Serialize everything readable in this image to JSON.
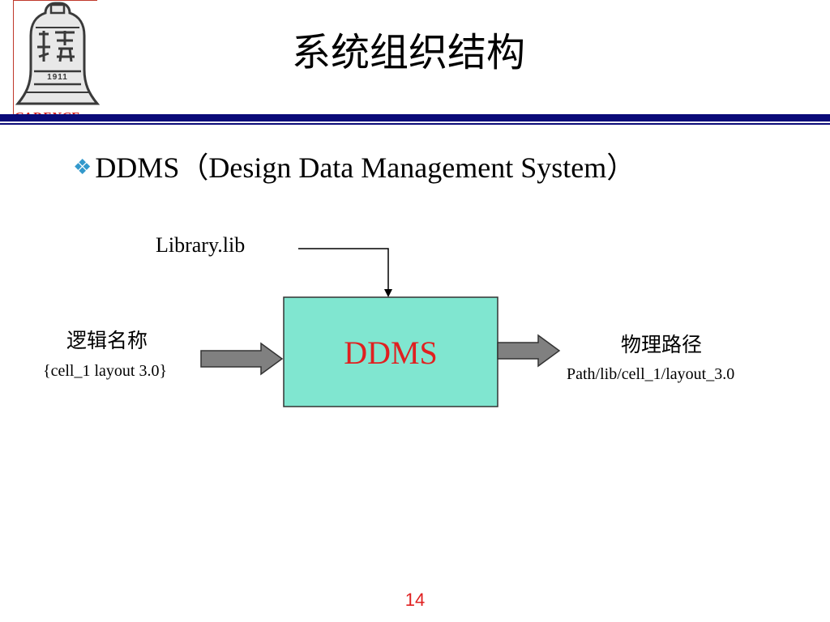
{
  "header": {
    "title": "系统组织结构",
    "logo": {
      "year": "1911",
      "text": "CADENCE",
      "icon": "tsinghua-bell-logo"
    },
    "rule_color": "#0a0a78"
  },
  "bullet": {
    "icon": "diamond-bullet-icon",
    "icon_glyph": "❖",
    "text": "DDMS（Design Data Management System）"
  },
  "diagram": {
    "input_top": "Library.lib",
    "input_left": {
      "title": "逻辑名称",
      "value": "{cell_1 layout 3.0}"
    },
    "box": {
      "label": "DDMS",
      "fill": "#80e6d0",
      "label_color": "#e02020"
    },
    "output_right": {
      "title": "物理路径",
      "value": "Path/lib/cell_1/layout_3.0"
    },
    "arrow_fill": "#808080"
  },
  "footer": {
    "page_number": "14",
    "page_number_color": "#e02020"
  }
}
